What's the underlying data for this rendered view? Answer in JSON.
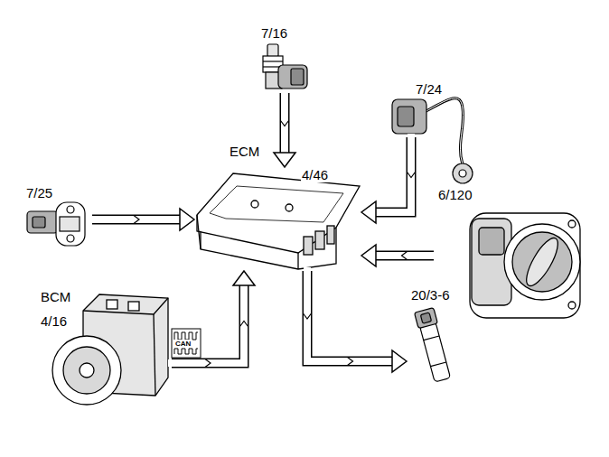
{
  "diagram": {
    "nodes": [
      {
        "text": [
          "7/16"
        ]
      },
      {
        "text": [
          "7/24"
        ]
      },
      {
        "text": [
          "ECM",
          "4/46"
        ]
      },
      {
        "text": [
          "7/25"
        ]
      },
      {
        "text": [
          "6/120"
        ]
      },
      {
        "text": [
          "BCM",
          "4/16"
        ]
      },
      {
        "text": [
          "20/3-6"
        ]
      }
    ],
    "edges": [
      {
        "from": 0,
        "to": 2,
        "arrow": "to"
      },
      {
        "from": 1,
        "to": 2,
        "arrow": "to"
      },
      {
        "from": 3,
        "to": 2,
        "arrow": "to"
      },
      {
        "from": 4,
        "to": 2,
        "arrow": "to"
      },
      {
        "from": 5,
        "to": 2,
        "arrow": "to"
      },
      {
        "from": 2,
        "to": 6,
        "arrow": "to"
      }
    ],
    "labels": [
      "CAN"
    ]
  }
}
